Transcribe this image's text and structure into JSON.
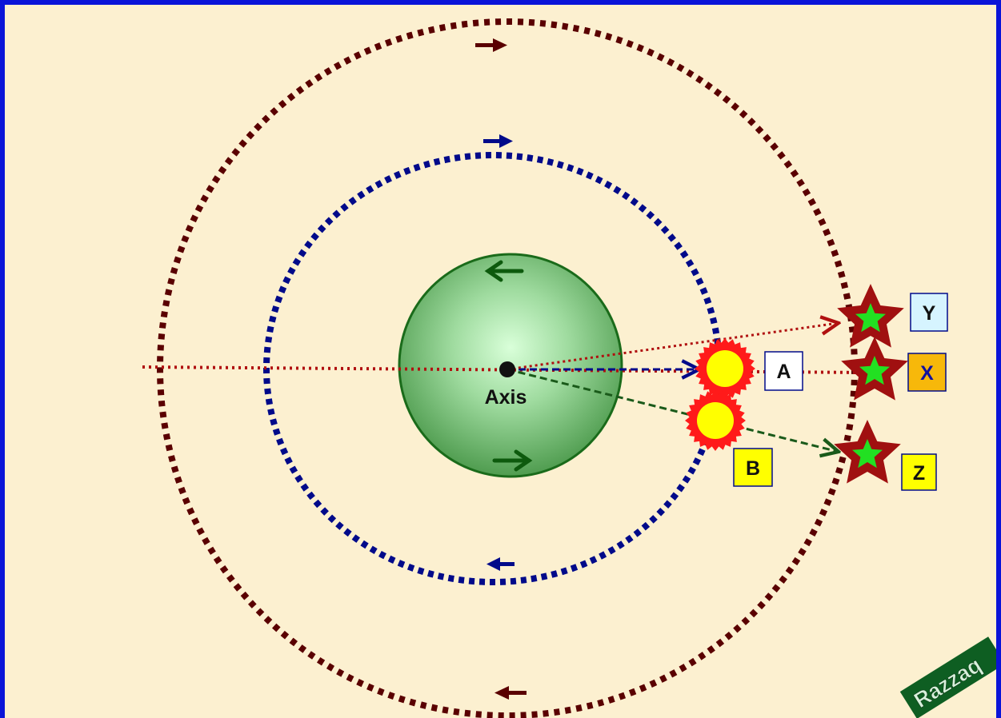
{
  "diagram": {
    "axis_label": "Axis",
    "labels": {
      "A": "A",
      "B": "B",
      "X": "X",
      "Y": "Y",
      "Z": "Z"
    },
    "watermark": "Razzaq",
    "colors": {
      "frame": "#0a14d8",
      "background": "#fcf0d0",
      "outer_orbit": "#5a0000",
      "inner_orbit": "#000a8a",
      "globe": "#6fbf72",
      "globe_edge": "#1a6b1a",
      "axis_line": "#b01010",
      "line_to_B": "#1a5a1a",
      "sun_outer": "#ff1a1a",
      "sun_inner": "#ffff00",
      "star_outer": "#a01010",
      "star_inner": "#22e022",
      "label_A_bg": "#ffffff",
      "label_B_bg": "#ffff00",
      "label_X_bg": "#f7b80a",
      "label_X_text": "#1010a0",
      "label_Y_bg": "#d6f4ff",
      "label_Z_bg": "#ffff00"
    },
    "icons": [
      "right-arrow-icon",
      "left-arrow-icon",
      "sun-burst-icon",
      "star-icon"
    ]
  }
}
